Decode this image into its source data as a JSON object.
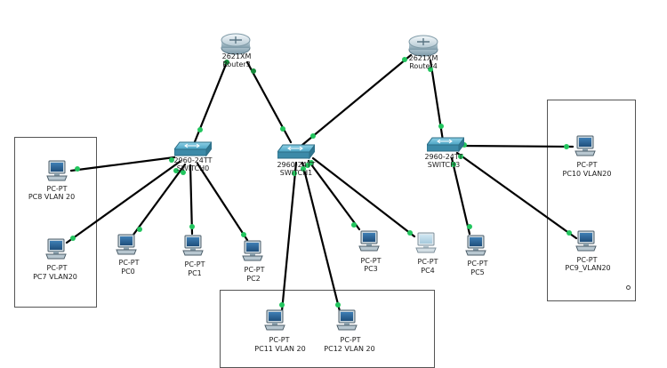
{
  "colors": {
    "link": "#000000",
    "port_up": "#22c55e",
    "port_mid": "#158a3a",
    "background": "#ffffff"
  },
  "icons": {
    "router": "router-icon",
    "switch": "switch-icon",
    "pc": "pc-icon"
  },
  "routers": [
    {
      "model": "2621XM",
      "name": "Router3"
    },
    {
      "model": "2621XM",
      "name": "Router4"
    }
  ],
  "switches": [
    {
      "model": "2960-24TT",
      "name": "SWITCH0"
    },
    {
      "model": "2960-24TT",
      "name": "SWITCH1"
    },
    {
      "model": "2960-24TT",
      "name": "SWITCH3"
    }
  ],
  "pcs": [
    {
      "type": "PC-PT",
      "name": "PC8 VLAN 20"
    },
    {
      "type": "PC-PT",
      "name": "PC7 VLAN20"
    },
    {
      "type": "PC-PT",
      "name": "PC0"
    },
    {
      "type": "PC-PT",
      "name": "PC1"
    },
    {
      "type": "PC-PT",
      "name": "PC2"
    },
    {
      "type": "PC-PT",
      "name": "PC3"
    },
    {
      "type": "PC-PT",
      "name": "PC4"
    },
    {
      "type": "PC-PT",
      "name": "PC5"
    },
    {
      "type": "PC-PT",
      "name": "PC10 VLAN20"
    },
    {
      "type": "PC-PT",
      "name": "PC9_VLAN20"
    },
    {
      "type": "PC-PT",
      "name": "PC11 VLAN 20"
    },
    {
      "type": "PC-PT",
      "name": "PC12 VLAN 20"
    }
  ]
}
